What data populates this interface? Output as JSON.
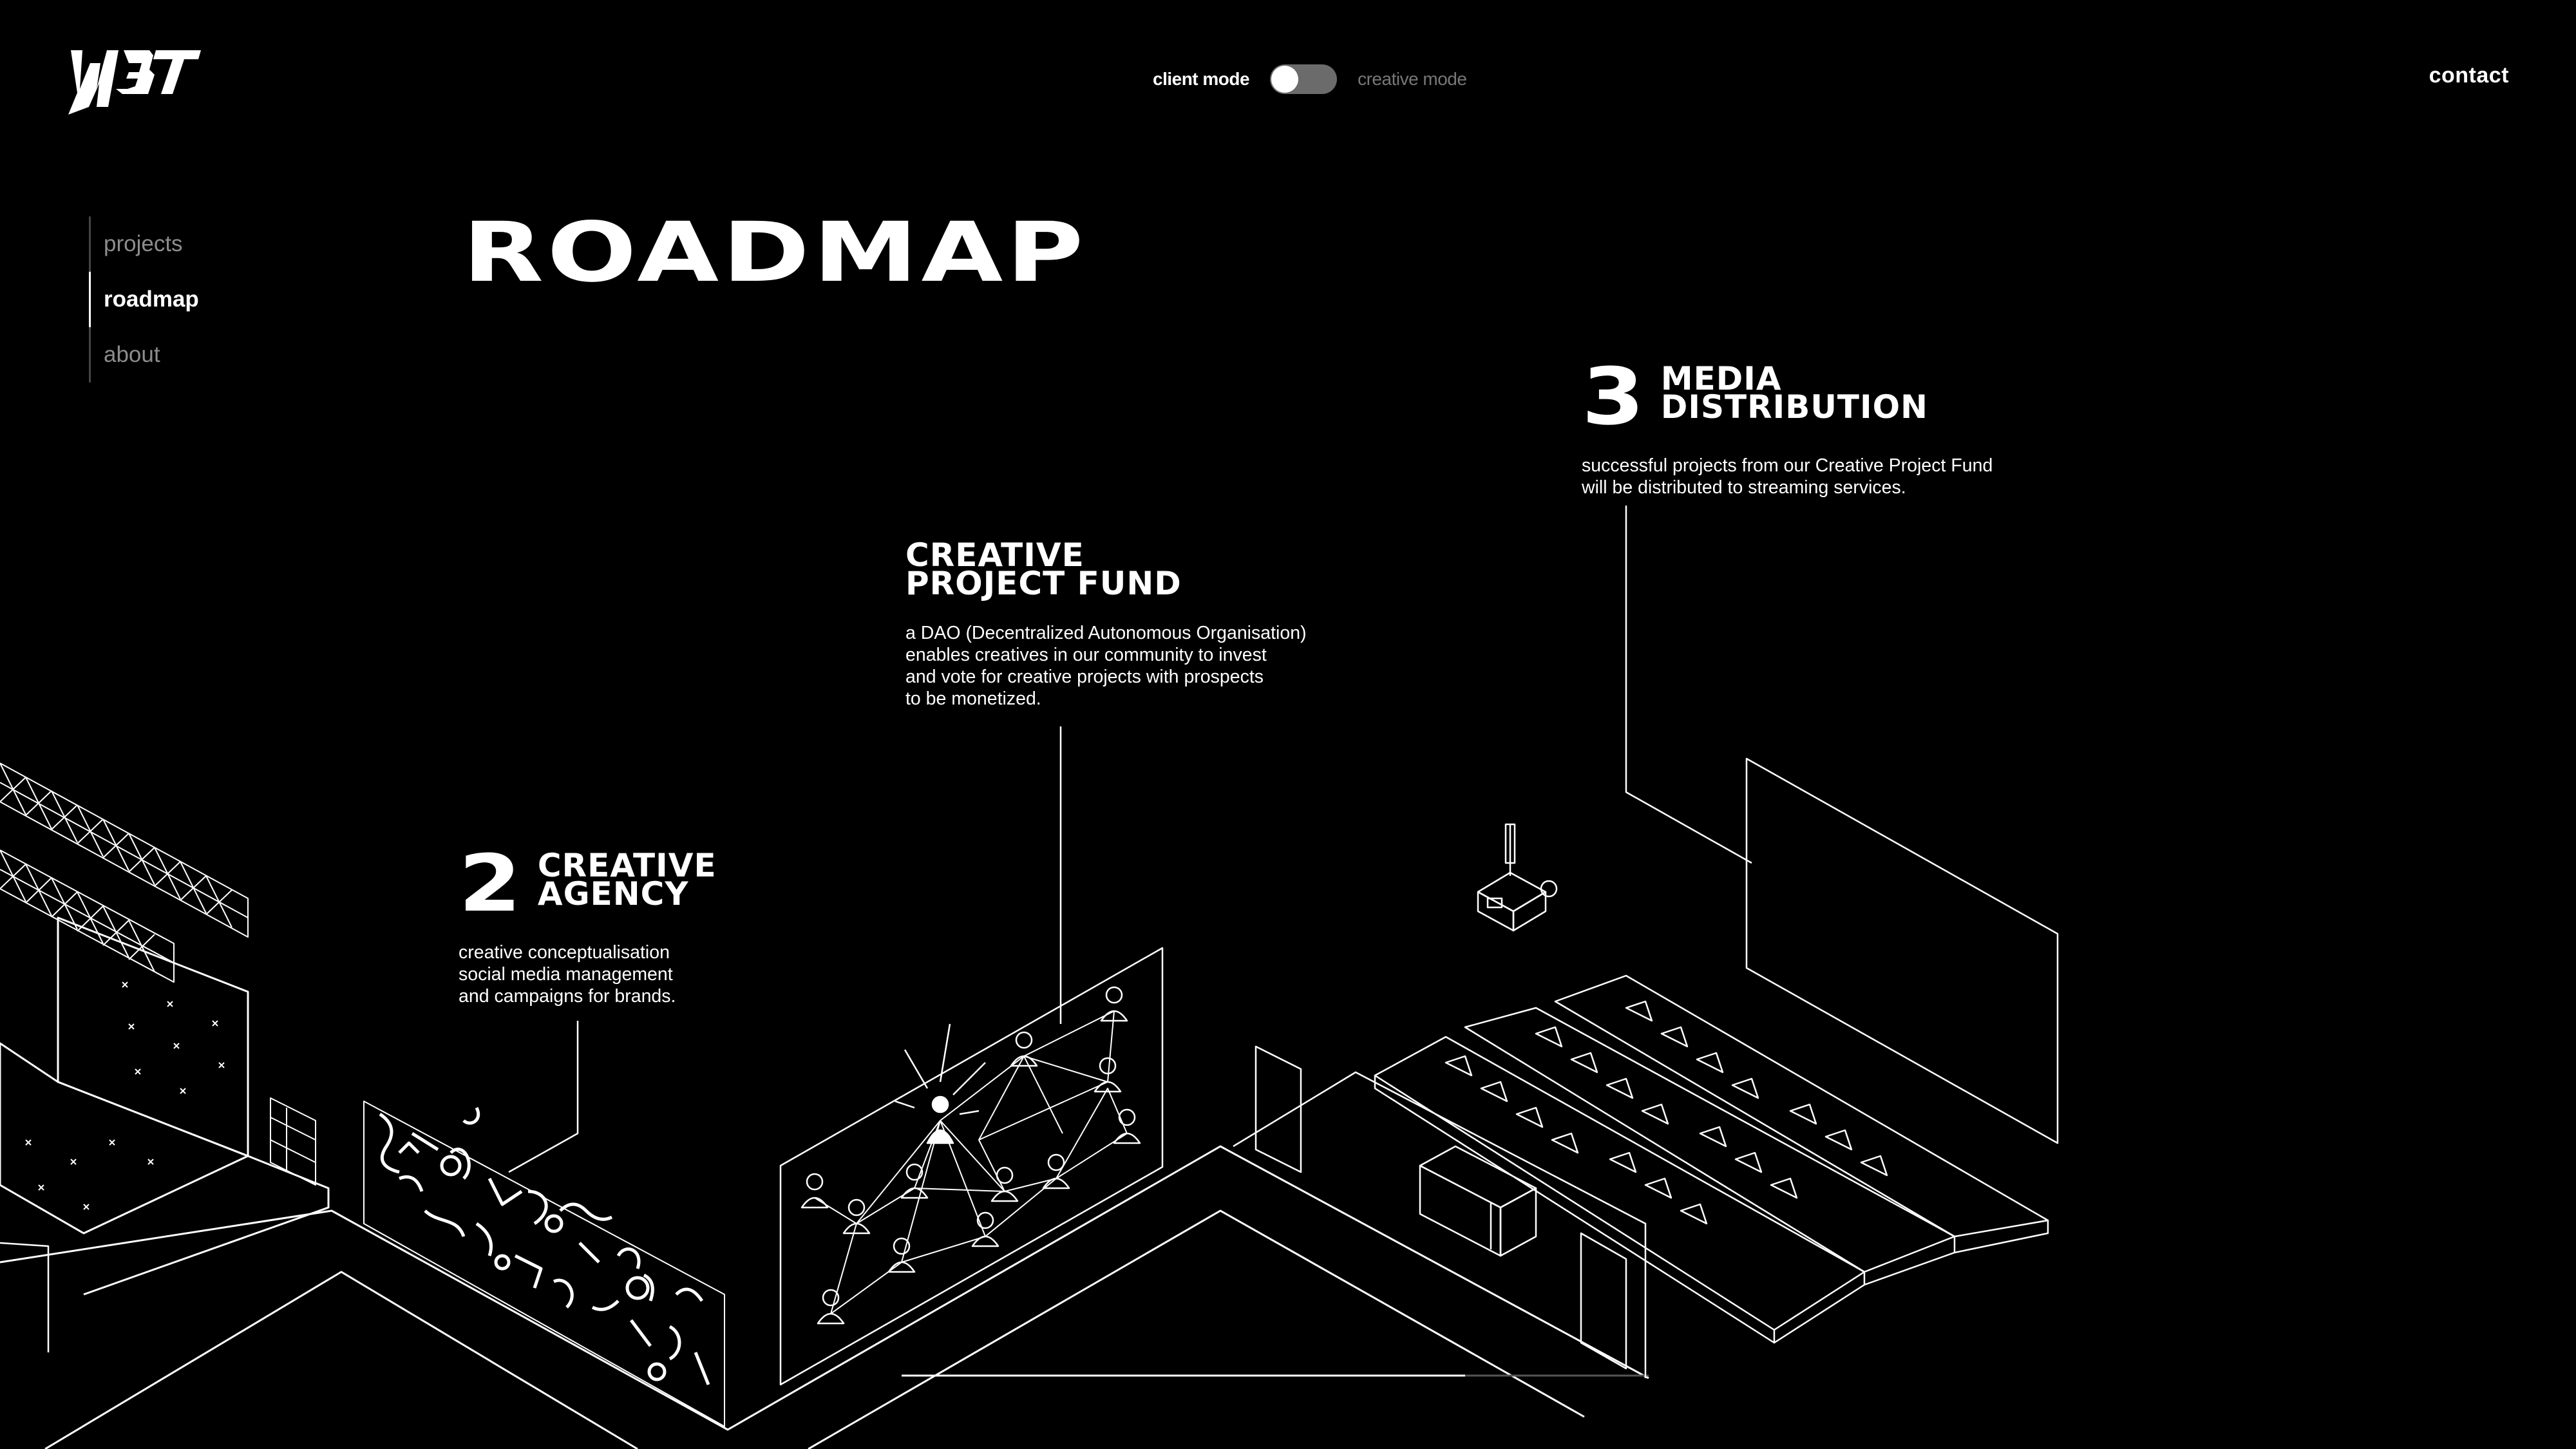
{
  "header": {
    "mode_left": "client mode",
    "mode_right": "creative mode",
    "contact": "contact"
  },
  "nav": {
    "items": [
      {
        "label": "projects",
        "active": false
      },
      {
        "label": "roadmap",
        "active": true
      },
      {
        "label": "about",
        "active": false
      }
    ]
  },
  "page": {
    "title": "ROADMAP"
  },
  "steps": {
    "agency": {
      "number": "2",
      "title": "CREATIVE\nAGENCY",
      "description": "creative conceptualisation\nsocial media management\nand campaigns for brands."
    },
    "fund": {
      "title": "CREATIVE\nPROJECT FUND",
      "description": "a DAO (Decentralized Autonomous Organisation)\nenables creatives in our community to invest\nand vote for creative projects with prospects\nto be monetized."
    },
    "media": {
      "number": "3",
      "title": "MEDIA\nDISTRIBUTION",
      "description": "successful projects from our Creative Project Fund\nwill be distributed to streaming services."
    }
  },
  "colors": {
    "background": "#000000",
    "foreground": "#ffffff",
    "inactive_text": "#8d8d8d",
    "toggle_track": "#6b6b6b"
  },
  "icons": {
    "logo": "wbt-logo-mark",
    "toggle": "mode-switch"
  }
}
